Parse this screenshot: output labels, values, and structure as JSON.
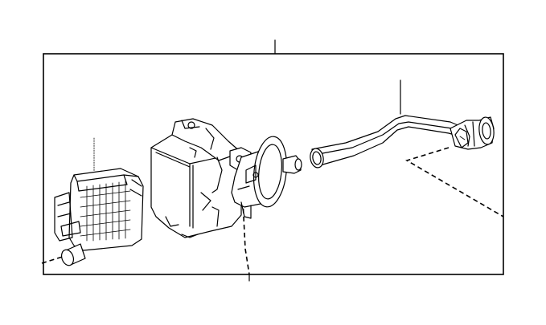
{
  "diagram": {
    "style": "parts-explosion-line-drawing",
    "colors": {
      "line": "#000000",
      "background": "#ffffff"
    },
    "parts": [
      {
        "id": "filter-unit",
        "icon": "ribbed-filter-box-icon"
      },
      {
        "id": "canister",
        "icon": "charcoal-canister-icon"
      },
      {
        "id": "valve",
        "icon": "flanged-valve-icon"
      },
      {
        "id": "hose",
        "icon": "bent-tube-icon"
      },
      {
        "id": "connector",
        "icon": "quick-connector-icon"
      }
    ],
    "callout_lines": 3,
    "dashed_reference_lines": 3
  }
}
